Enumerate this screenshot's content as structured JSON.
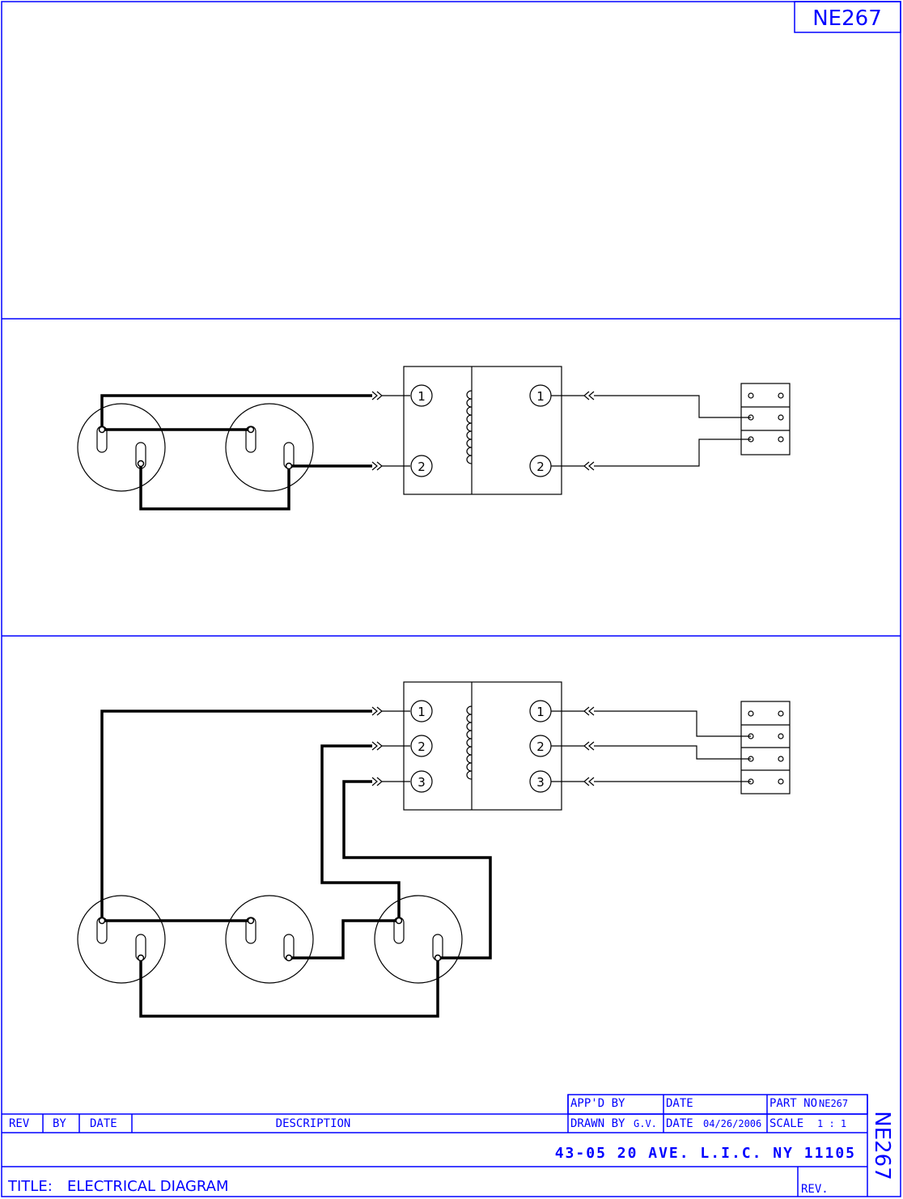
{
  "part_label": "NE267",
  "side_part_label": "NE267",
  "title_block": {
    "appd_by_label": "APP'D BY",
    "date_label_top": "DATE",
    "part_no_label": "PART NO",
    "part_no_value": "NE267",
    "rev_label": "REV",
    "by_label": "BY",
    "date_label": "DATE",
    "description_label": "DESCRIPTION",
    "drawn_by_label": "DRAWN BY",
    "drawn_by_value": "G.V.",
    "date_label_2": "DATE",
    "date_value": "04/26/2006",
    "scale_label": "SCALE",
    "scale_value": "1 : 1",
    "address": "43-05  20 AVE. L.I.C.  NY  11105",
    "title_label": "TITLE:",
    "title_value": "ELECTRICAL DIAGRAM",
    "rev_bottom_label": "REV."
  },
  "diagram_1": {
    "transformer_primary": [
      "1",
      "2"
    ],
    "transformer_secondary": [
      "1",
      "2"
    ]
  },
  "diagram_2": {
    "transformer_primary": [
      "1",
      "2",
      "3"
    ],
    "transformer_secondary": [
      "1",
      "2",
      "3"
    ]
  },
  "colors": {
    "frame": "#0000ff",
    "wire": "#000000"
  }
}
